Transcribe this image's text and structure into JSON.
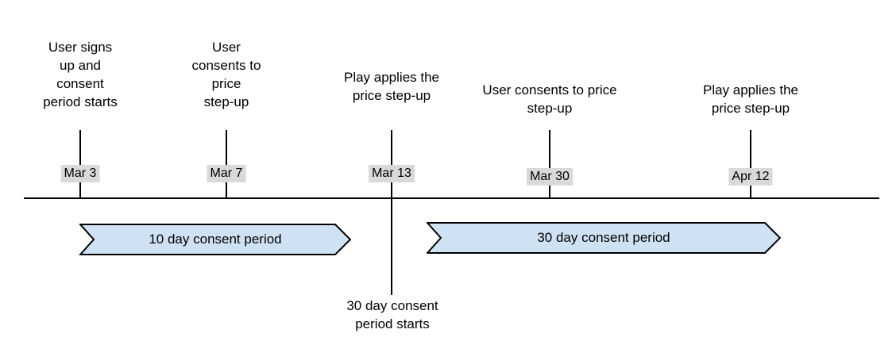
{
  "diagram": {
    "type": "timeline",
    "colors": {
      "background": "#ffffff",
      "axis_line": "#000000",
      "text": "#000000",
      "date_badge_background": "#d9d9d9",
      "period_banner_fill": "#cfe2f3",
      "period_banner_border": "#000000"
    },
    "events": [
      {
        "date": "Mar 3",
        "label": "User signs\nup and\nconsent\nperiod starts"
      },
      {
        "date": "Mar 7",
        "label": "User\nconsents to\nprice\nstep-up"
      },
      {
        "date": "Mar 13",
        "label": "Play applies the\nprice step-up"
      },
      {
        "date": "Mar 30",
        "label": "User consents to price\nstep-up"
      },
      {
        "date": "Apr 12",
        "label": "Play applies the\nprice step-up"
      }
    ],
    "below_timeline_note": "30 day consent\nperiod starts",
    "periods": [
      {
        "label": "10 day consent period"
      },
      {
        "label": "30 day consent period"
      }
    ]
  }
}
